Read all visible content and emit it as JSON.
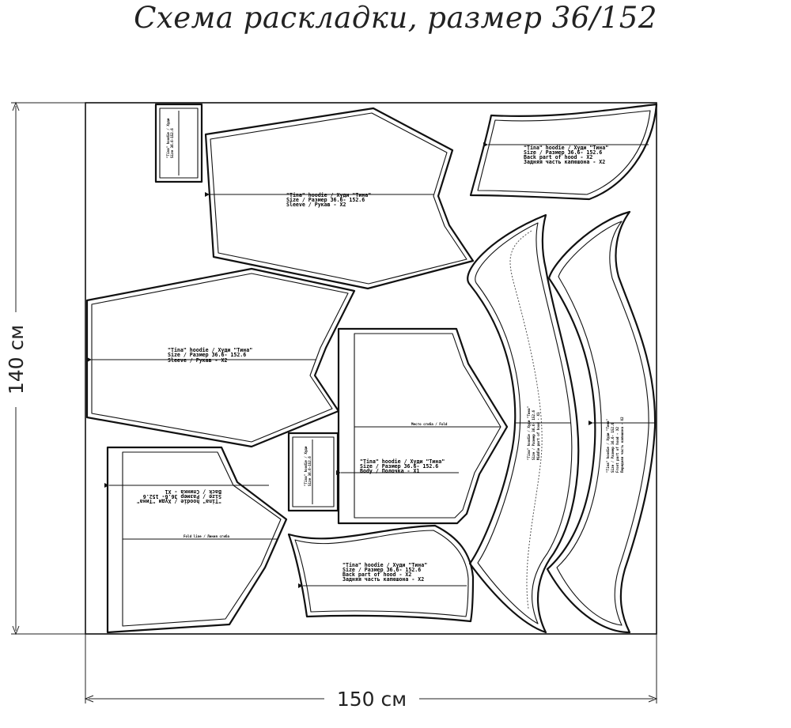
{
  "title": "Схема раскладки, размер 36/152",
  "dimensions": {
    "height_label": "140 см",
    "width_label": "150 см"
  },
  "pieces": {
    "sleeve_top": {
      "line1": "\"Tina\" hoodie / Худи \"Тина\"",
      "line2": "Size / Размер  36.6- 152.6",
      "line3": "Sleeve / Рукав - X2"
    },
    "sleeve_left": {
      "line1": "\"Tina\" hoodie / Худи \"Тина\"",
      "line2": "Size / Размер  36.6- 152.6",
      "line3": "Sleeve / Рукав - X2"
    },
    "hood_back_top": {
      "line1": "\"Tina\" hoodie / Худи \"Тина\"",
      "line2": "Size / Размер  36.6- 152.6",
      "line3": "Back part of hood - X2",
      "line4": "Задняя часть капюшона - X2"
    },
    "hood_back_bottom": {
      "line1": "\"Tina\" hoodie / Худи \"Тина\"",
      "line2": "Size / Размер  36.6- 152.6",
      "line3": "Back part of hood - X2",
      "line4": "Задняя часть капюшона - X2"
    },
    "front": {
      "line1": "\"Tina\" hoodie / Худи \"Тина\"",
      "line2": "Size / Размер  36.6- 152.6",
      "line3": "Body / Полочка - X1",
      "fold": "Место сгиба / Fold"
    },
    "back": {
      "fold": "Fold line / Линия сгиба"
    },
    "hood_middle": {
      "line1": "\"Tina\" hoodie / Худи \"Тина\"",
      "line2": "Size / Размер  36.6- 152.6",
      "line3": "Middle part of hood - X1"
    },
    "hood_side": {
      "line1": "\"Tina\" hoodie / Худи \"Тина\"",
      "line2": "Size / Размер  36.6- 152.6",
      "line3": "Front part of hood - X2",
      "line4": "Передняя часть капюшона - X2"
    }
  }
}
